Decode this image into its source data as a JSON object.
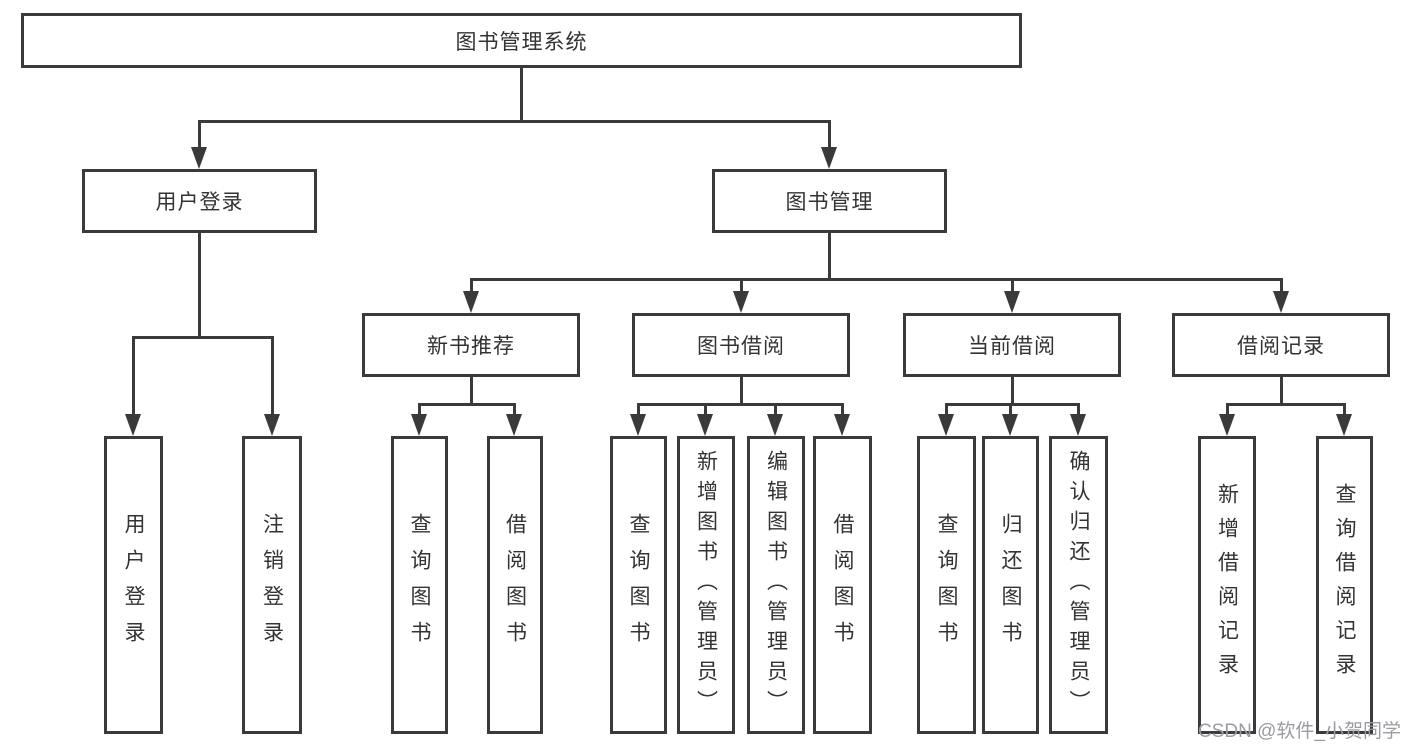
{
  "diagram_title": "图书管理系统",
  "colors": {
    "line": "#3a3a3a",
    "text": "#333333",
    "box_background": "#ffffff",
    "watermark": "#9b9ba3"
  },
  "watermark": {
    "text": "CSDN @软件_小贺同学"
  },
  "tree": {
    "root": {
      "label": "图书管理系统",
      "children": [
        {
          "label": "用户登录",
          "children": [
            {
              "label": "用户登录"
            },
            {
              "label": "注销登录"
            }
          ]
        },
        {
          "label": "图书管理",
          "children": [
            {
              "label": "新书推荐",
              "children": [
                {
                  "label": "查询图书"
                },
                {
                  "label": "借阅图书"
                }
              ]
            },
            {
              "label": "图书借阅",
              "children": [
                {
                  "label": "查询图书"
                },
                {
                  "label": "新增图书（管理员）"
                },
                {
                  "label": "编辑图书（管理员）"
                },
                {
                  "label": "借阅图书"
                }
              ]
            },
            {
              "label": "当前借阅",
              "children": [
                {
                  "label": "查询图书"
                },
                {
                  "label": "归还图书"
                },
                {
                  "label": "确认归还（管理员）"
                }
              ]
            },
            {
              "label": "借阅记录",
              "children": [
                {
                  "label": "新增借阅记录"
                },
                {
                  "label": "查询借阅记录"
                }
              ]
            }
          ]
        }
      ]
    }
  }
}
